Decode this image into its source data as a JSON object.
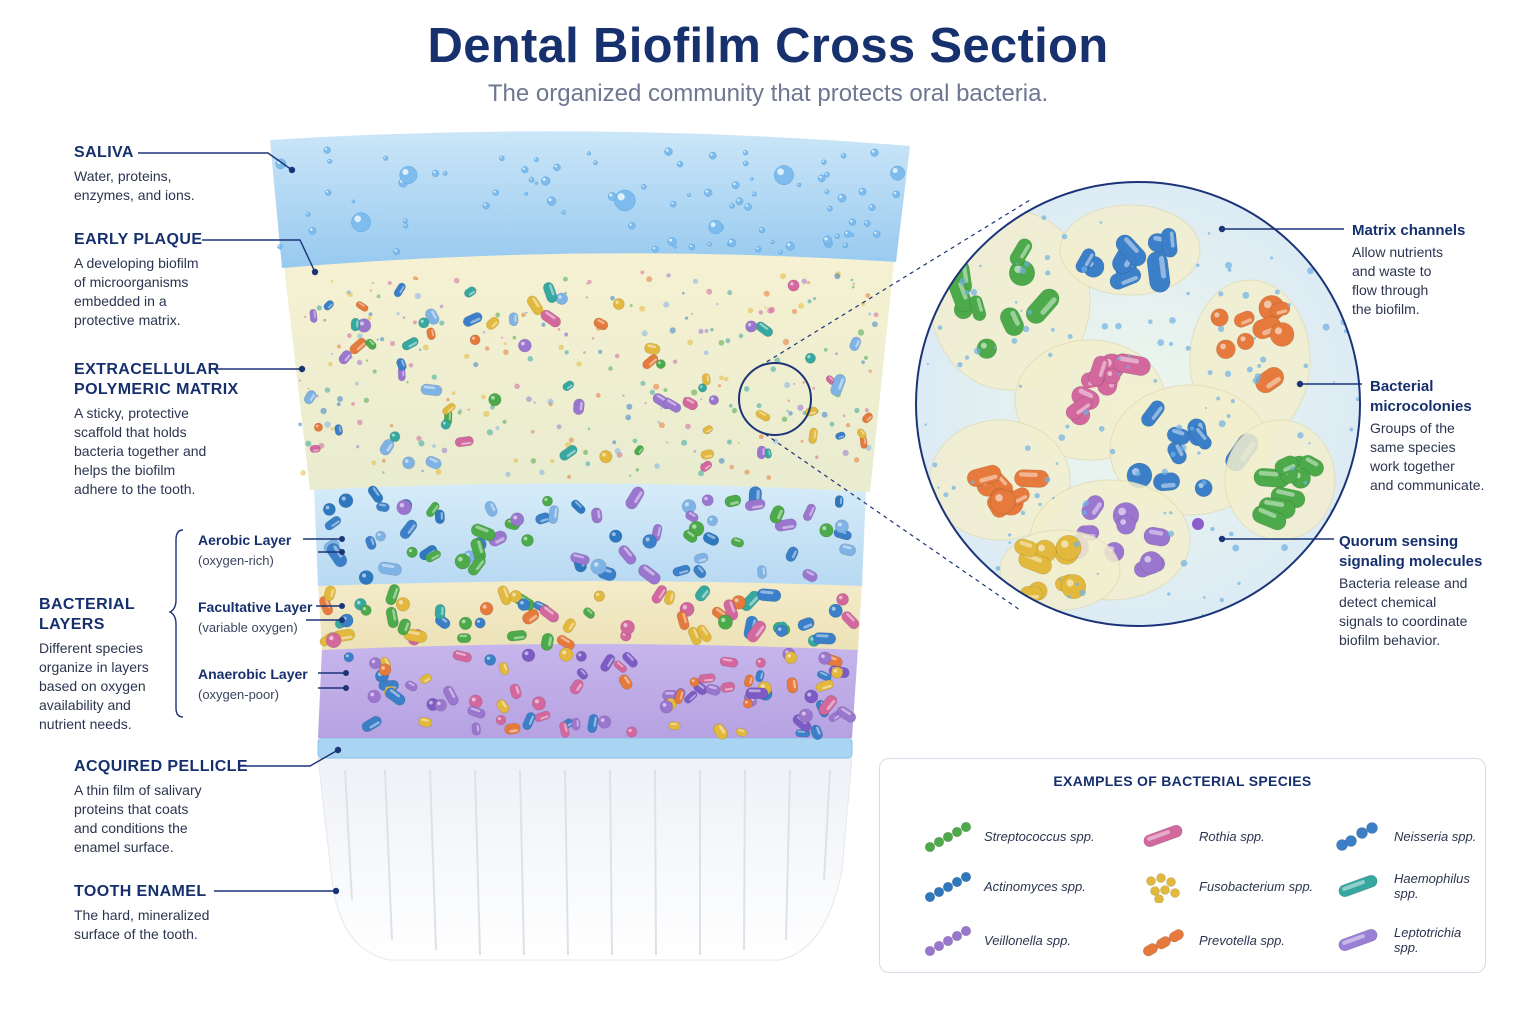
{
  "title": "Dental Biofilm Cross Section",
  "subtitle": "The organized community that protects oral bacteria.",
  "left_labels": {
    "saliva": {
      "heading": "SALIVA",
      "desc": "Water, proteins,\nenzymes, and ions."
    },
    "early_plaque": {
      "heading": "EARLY PLAQUE",
      "desc": "A developing biofilm\nof microorganisms\nembedded in a\nprotective matrix."
    },
    "eps_matrix": {
      "heading": "EXTRACELLULAR\nPOLYMERIC MATRIX",
      "desc": "A sticky, protective\nscaffold that holds\nbacteria together and\nhelps the biofilm\nadhere to the tooth."
    },
    "bacterial_layers": {
      "heading": "BACTERIAL\nLAYERS",
      "desc": "Different species\norganize in layers\nbased on oxygen\navailability and\nnutrient needs."
    },
    "aerobic": {
      "heading": "Aerobic Layer",
      "desc": "(oxygen-rich)"
    },
    "facultative": {
      "heading": "Facultative Layer",
      "desc": "(variable oxygen)"
    },
    "anaerobic": {
      "heading": "Anaerobic Layer",
      "desc": "(oxygen-poor)"
    },
    "pellicle": {
      "heading": "ACQUIRED PELLICLE",
      "desc": "A thin film of salivary\nproteins that coats\nand conditions the\nenamel surface."
    },
    "enamel": {
      "heading": "TOOTH ENAMEL",
      "desc": "The hard, mineralized\nsurface of the tooth."
    }
  },
  "right_labels": {
    "matrix_channels": {
      "heading": "Matrix channels",
      "desc": "Allow nutrients\nand waste to\nflow through\nthe biofilm."
    },
    "microcolonies": {
      "heading": "Bacterial\nmicrocolonies",
      "desc": "Groups of the\nsame species\nwork together\nand communicate."
    },
    "quorum": {
      "heading": "Quorum sensing\nsignaling molecules",
      "desc": "Bacteria release and\ndetect chemical\nsignals to coordinate\nbiofilm behavior."
    }
  },
  "legend": {
    "title": "EXAMPLES OF BACTERIAL SPECIES",
    "species": [
      {
        "name": "Streptococcus spp.",
        "color": "#4caa4a",
        "shape": "chain"
      },
      {
        "name": "Rothia spp.",
        "color": "#d2689e",
        "shape": "rod"
      },
      {
        "name": "Neisseria spp.",
        "color": "#3a7fc8",
        "shape": "diplo"
      },
      {
        "name": "Actinomyces spp.",
        "color": "#2e78c0",
        "shape": "chain"
      },
      {
        "name": "Fusobacterium spp.",
        "color": "#e2b93c",
        "shape": "cluster"
      },
      {
        "name": "Haemophilus spp.",
        "color": "#36a8a0",
        "shape": "rod"
      },
      {
        "name": "Veillonella spp.",
        "color": "#9b76cf",
        "shape": "chain"
      },
      {
        "name": "Prevotella spp.",
        "color": "#e57a3c",
        "shape": "rodchain"
      },
      {
        "name": "Leptotrichia spp.",
        "color": "#9a7fd6",
        "shape": "rod"
      }
    ]
  },
  "colors": {
    "title": "#17306e",
    "saliva": "#a9d5f3",
    "plaque_matrix": "#f3edc9",
    "aerobic_band": "#c8e3f6",
    "facultative_band": "#f1e8c3",
    "anaerobic_band": "#c9b6ea",
    "pellicle": "#a7d4f2",
    "enamel": "#f2f4f7",
    "leader_line": "#1b3478"
  }
}
